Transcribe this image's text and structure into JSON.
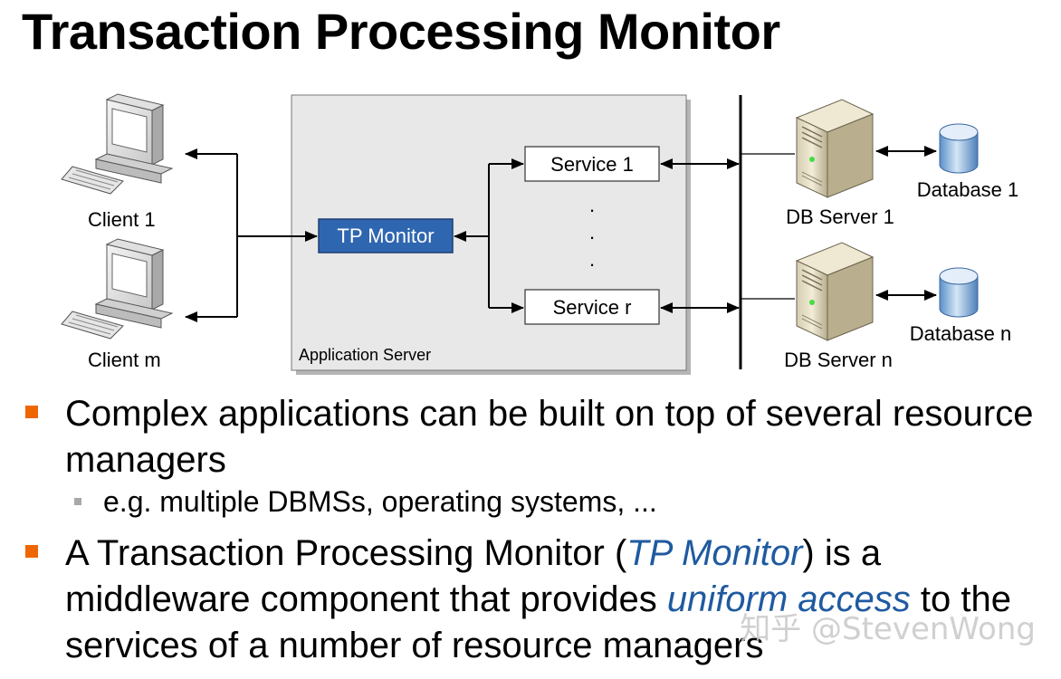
{
  "title": "Transaction Processing Monitor",
  "diagram": {
    "clients": [
      "Client 1",
      "Client m"
    ],
    "app_server_label": "Application Server",
    "tp_monitor": "TP Monitor",
    "services": [
      "Service 1",
      "Service r"
    ],
    "ellipsis": ".",
    "db_servers": [
      "DB Server 1",
      "DB Server n"
    ],
    "databases": [
      "Database 1",
      "Database n"
    ],
    "colors": {
      "tp_monitor_fill": "#2f66b0",
      "app_server_fill": "#e8e8e8"
    }
  },
  "bullets": {
    "b1": "Complex applications can be built on top of several resource managers",
    "b1_sub": "e.g. multiple DBMSs, operating systems, ...",
    "b2_pre": "A Transaction Processing Monitor (",
    "b2_em1": "TP Monitor",
    "b2_mid": ") is a middleware component that provides ",
    "b2_em2": "uniform access",
    "b2_post": " to the services of a number of resource managers"
  },
  "watermark": "知乎 @StevenWong",
  "icons": [
    "computer-icon",
    "server-icon",
    "database-icon"
  ]
}
